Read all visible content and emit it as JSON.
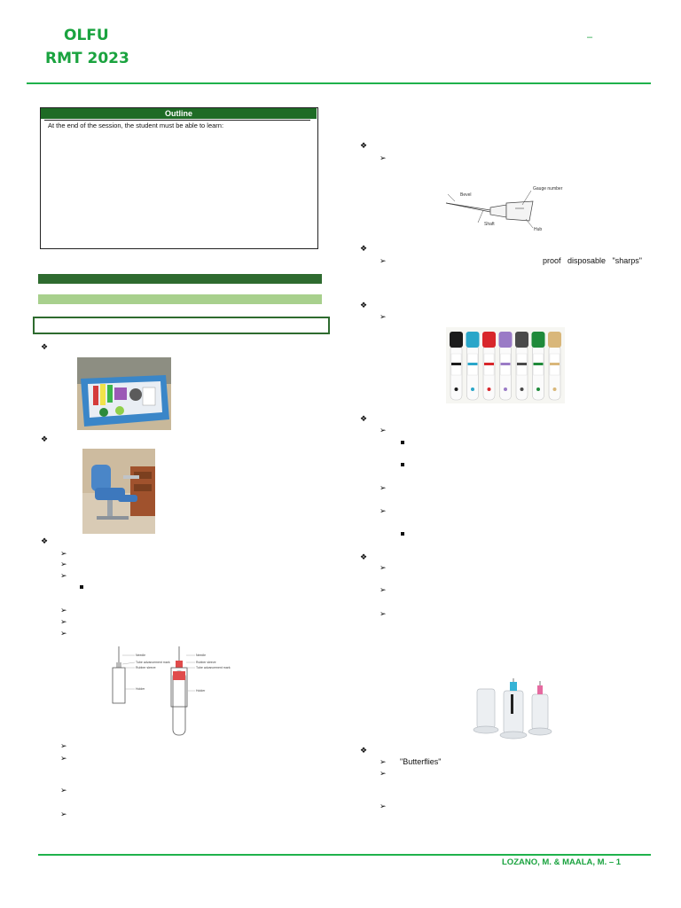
{
  "header": {
    "brand_line1": "OLFU",
    "brand_line2": "RMT 2023",
    "dash": "–"
  },
  "outline": {
    "title": "Outline",
    "intro": "At the end of the session, the student must be able to learn:"
  },
  "right_column": {
    "disposal_text": "proof   disposable   \"sharps\"",
    "butterflies": "\"Butterflies\""
  },
  "footer": {
    "authors": "LOZANO, M. & MAALA, M. – 1"
  },
  "figures": {
    "needle": {
      "labels": [
        "Bevel",
        "Gauge number",
        "Shaft",
        "Hub"
      ]
    },
    "holder": {
      "left_labels": [
        "Needle",
        "Tube advancement mark",
        "Rubber sleeve",
        "Holder"
      ],
      "right_labels": [
        "Needle",
        "Rubber sleeve",
        "Tube advancement mark",
        "Holder"
      ]
    },
    "tubes": {
      "cap_colors": [
        "#1c1c1c",
        "#2aa6c9",
        "#d8262b",
        "#9a7bc6",
        "#4a4a4a",
        "#1f8a3a",
        "#d9b77a"
      ]
    }
  },
  "colors": {
    "brand_green": "#1aa33f",
    "dark_green": "#2e6b2f",
    "light_green": "#a8d08d"
  }
}
